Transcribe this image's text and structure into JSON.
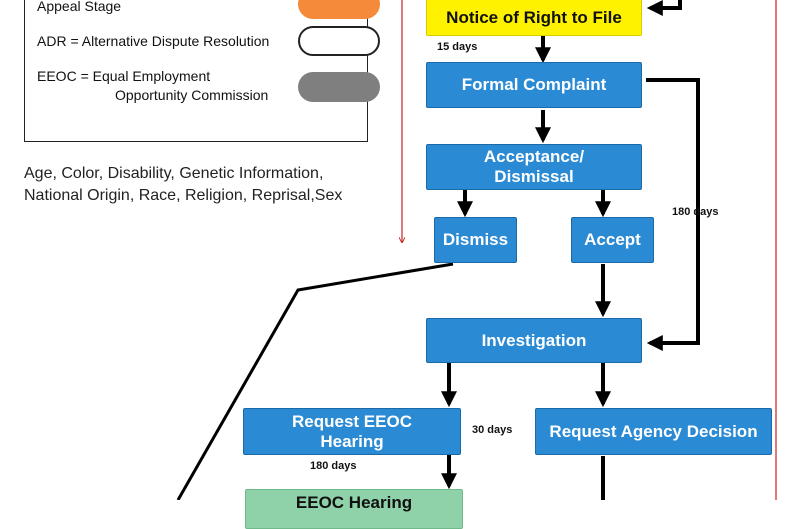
{
  "legend": {
    "items": [
      {
        "label": "Appeal Stage",
        "color": "#f58a3a"
      },
      {
        "label": "ADR = Alternative Dispute Resolution",
        "color": "#ffffff"
      },
      {
        "label_line1": "EEOC = Equal Employment",
        "label_line2": "Opportunity Commission",
        "color": "#7f7f7f"
      }
    ]
  },
  "criteria": {
    "line1": "Age, Color, Disability, Genetic Information,",
    "line2": "National Origin, Race, Religion, Reprisal,Sex"
  },
  "nodes": {
    "notice": "Notice of Right to File",
    "formal": "Formal Complaint",
    "acceptance_line1": "Acceptance/",
    "acceptance_line2": "Dismissal",
    "dismiss": "Dismiss",
    "accept": "Accept",
    "investigation": "Investigation",
    "request_hearing_line1": "Request EEOC",
    "request_hearing_line2": "Hearing",
    "request_decision": "Request Agency Decision",
    "eeoc_hearing": "EEOC Hearing"
  },
  "durations": {
    "d15": "15 days",
    "d180_right": "180 days",
    "d30": "30 days",
    "d180_hearing": "180 days"
  },
  "colors": {
    "node_blue": "#2a8ad4",
    "notice_yellow": "#fff200",
    "hearing_green": "#8fd1a8",
    "red_line": "#cc2222"
  }
}
